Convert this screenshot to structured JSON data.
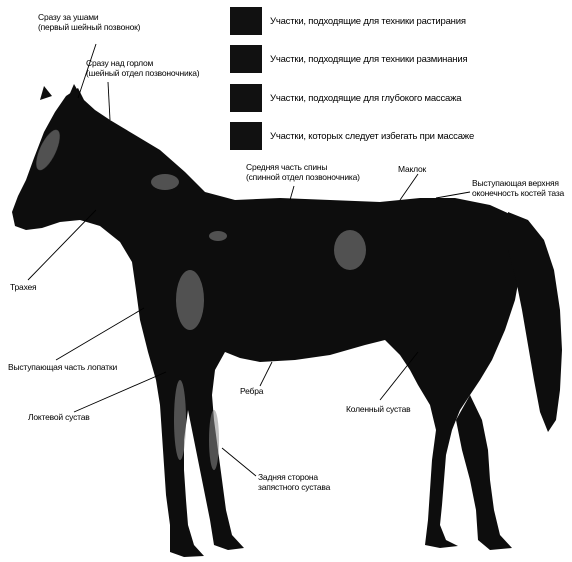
{
  "legend": {
    "items": [
      {
        "label": "Участки, подходящие для техники растирания",
        "color": "#111111"
      },
      {
        "label": "Участки, подходящие для техники разминания",
        "color": "#111111"
      },
      {
        "label": "Участки, подходящие для глубокого массажа",
        "color": "#111111"
      },
      {
        "label": "Участки, которых следует избегать при массаже",
        "color": "#111111"
      }
    ]
  },
  "labels": {
    "behind_ears_1": "Сразу за ушами",
    "behind_ears_2": "(первый шейный позвонок)",
    "above_throat_1": "Сразу над горлом",
    "above_throat_2": "(шейный отдел позвоночника)",
    "mid_back_1": "Средняя часть спины",
    "mid_back_2": "(спинной отдел позвоночника)",
    "hip_point": "Маклок",
    "pelvis_top_1": "Выступающая верхняя",
    "pelvis_top_2": "оконечность костей таза",
    "trachea": "Трахея",
    "shoulder_blade": "Выступающая часть лопатки",
    "elbow": "Локтевой сустав",
    "ribs": "Ребра",
    "stifle": "Коленный сустав",
    "fetlock_back_1": "Задняя сторона",
    "fetlock_back_2": "запястного сустава"
  },
  "colors": {
    "silhouette": "#0d0d0d",
    "highlight": "#8a8a8a",
    "leader_line": "#000000"
  }
}
